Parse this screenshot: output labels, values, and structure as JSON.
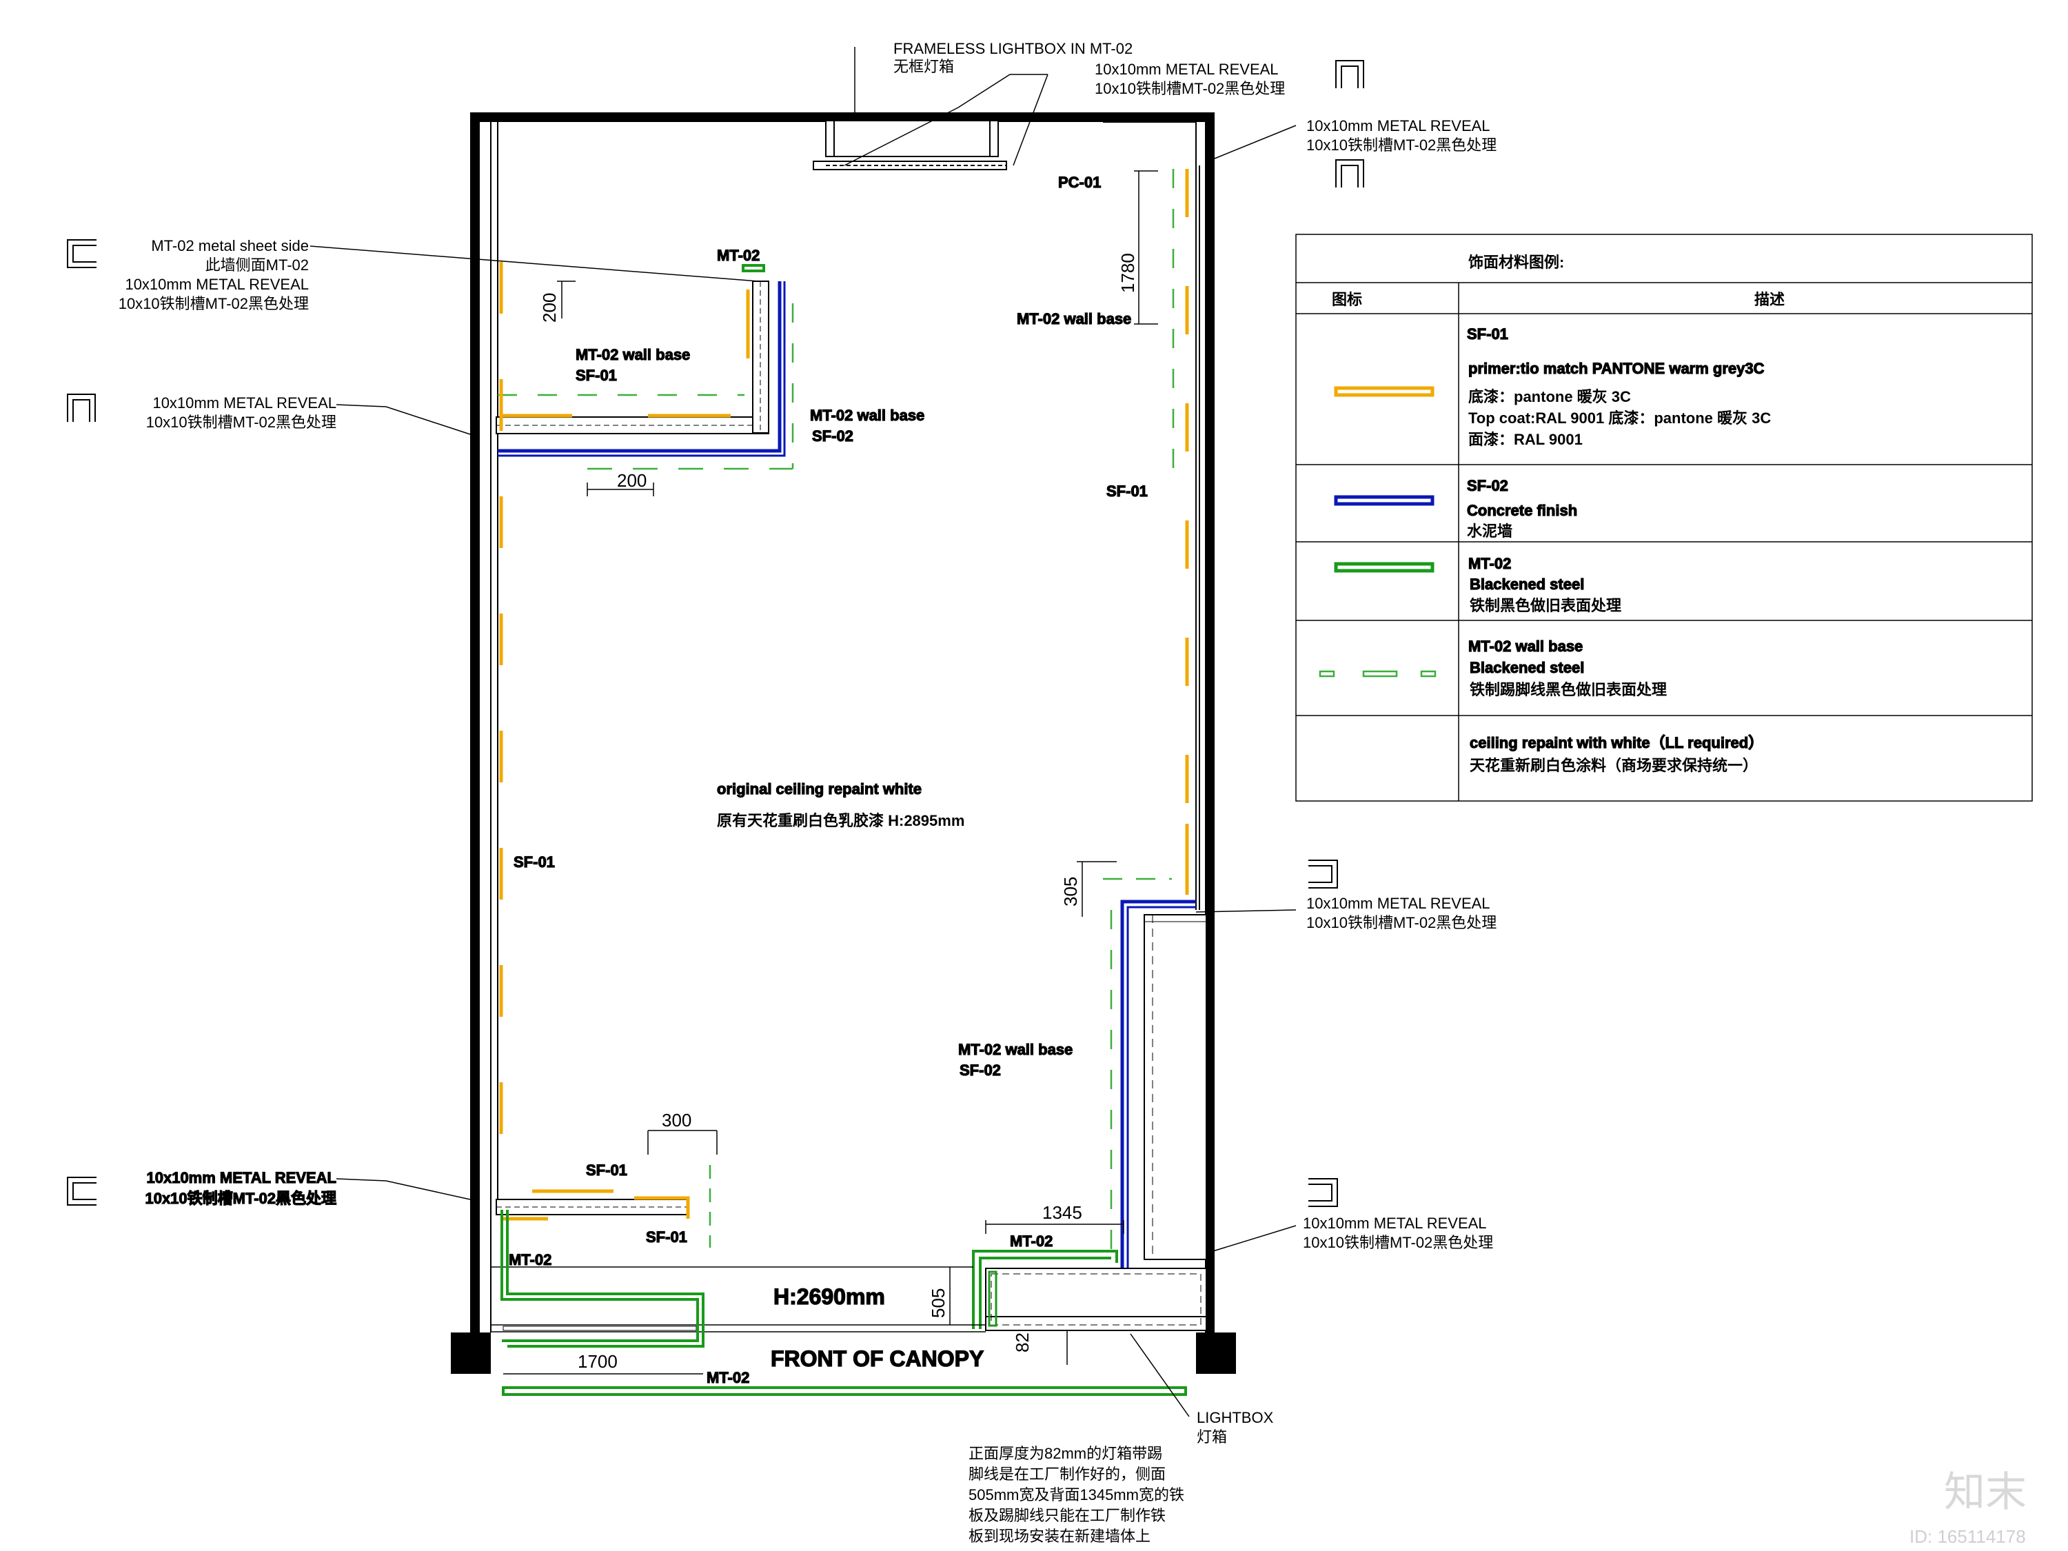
{
  "colors": {
    "sf01": "#f2a900",
    "sf02": "#0a18b4",
    "mt02": "#1a9a1a",
    "wallbase": "#3cae3c",
    "wall": "#000000"
  },
  "notes": {
    "lightbox_frameless_en": "FRAMELESS LIGHTBOX IN MT-02",
    "lightbox_frameless_cn": "无框灯箱",
    "reveal_top_en": "10x10mm METAL REVEAL",
    "reveal_top_cn": "10x10铁制槽MT-02黑色处理",
    "reveal_topright_en": "10x10mm METAL REVEAL",
    "reveal_topright_cn": "10x10铁制槽MT-02黑色处理",
    "side_sheet_en": "MT-02 metal sheet side",
    "side_sheet_cn": "此墙侧面MT-02",
    "side_reveal_en": "10x10mm METAL REVEAL",
    "side_reveal_cn": "10x10铁制槽MT-02黑色处理",
    "reveal_left_en": "10x10mm METAL REVEAL",
    "reveal_left_cn": "10x10铁制槽MT-02黑色处理",
    "reveal_right_en": "10x10mm METAL REVEAL",
    "reveal_right_cn": "10x10铁制槽MT-02黑色处理",
    "reveal_botleft_en": "10x10mm METAL REVEAL",
    "reveal_botleft_cn": "10x10铁制槽MT-02黑色处理",
    "reveal_botright_en": "10x10mm METAL REVEAL",
    "reveal_botright_cn": "10x10铁制槽MT-02黑色处理",
    "lightbox_en": "LIGHTBOX",
    "lightbox_cn": "灯箱",
    "bottom_note": [
      "正面厚度为82mm的灯箱带踢",
      "脚线是在工厂制作好的，侧面",
      "505mm宽及背面1345mm宽的铁",
      "板及踢脚线只能在工厂制作铁",
      "板到现场安装在新建墙体上"
    ]
  },
  "plan": {
    "pc01": "PC-01",
    "mt02_top": "MT-02",
    "wallbase_room": "MT-02 wall base",
    "sf01_room": "SF-01",
    "wallbase_col": "MT-02 wall base",
    "sf02_col": "SF-02",
    "wallbase_right": "MT-02 wall base",
    "sf01_right": "SF-01",
    "sf01_left": "SF-01",
    "ceiling_en": "original ceiling repaint white",
    "ceiling_cn": "原有天花重刷白色乳胶漆  H:2895mm",
    "wallbase_lower": "MT-02 wall base",
    "sf02_lower": "SF-02",
    "sf01_pier_a": "SF-01",
    "sf01_pier_b": "SF-01",
    "mt02_left": "MT-02",
    "mt02_right": "MT-02",
    "mt02_front": "MT-02",
    "h_front": "H:2690mm",
    "canopy": "FRONT OF CANOPY"
  },
  "dims": {
    "d200v": "200",
    "d200h": "200",
    "d1780": "1780",
    "d305": "305",
    "d300": "300",
    "d1345": "1345",
    "d505": "505",
    "d1700": "1700",
    "d82": "82"
  },
  "legend": {
    "title": "饰面材料图例:",
    "col_icon": "图标",
    "col_desc": "描述",
    "rows": [
      {
        "code": "SF-01",
        "lines": [
          "primer:tio match PANTONE  warm grey3C",
          "底漆：pantone 暖灰 3C",
          "Top coat:RAL 9001    底漆：pantone 暖灰 3C",
          "面漆：RAL 9001"
        ]
      },
      {
        "code": "SF-02",
        "lines": [
          "Concrete finish",
          "水泥墙"
        ]
      },
      {
        "code": "MT-02",
        "lines": [
          "Blackened steel",
          "铁制黑色做旧表面处理"
        ]
      },
      {
        "code": "MT-02 wall base",
        "lines": [
          "Blackened steel",
          "铁制踢脚线黑色做旧表面处理"
        ]
      },
      {
        "code": "",
        "lines": [
          "ceiling repaint with white（LL required）",
          "天花重新刷白色涂料（商场要求保持统一）"
        ]
      }
    ]
  },
  "watermark": {
    "brand": "知末",
    "id": "ID: 1651141​78"
  }
}
